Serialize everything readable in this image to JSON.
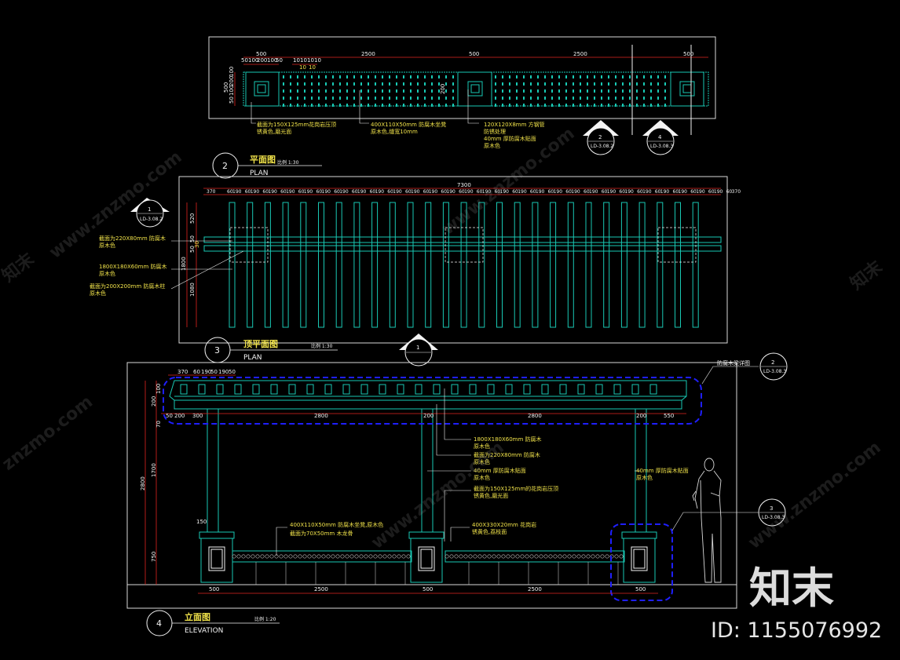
{
  "plan_top": {
    "dims_top": [
      "500",
      "2500",
      "500",
      "2500",
      "500"
    ],
    "dims_small": [
      "50",
      "100",
      "200",
      "100",
      "50"
    ],
    "dims_slat": [
      "10",
      "10",
      "10",
      "10"
    ],
    "dims_slat2": [
      "10",
      "10"
    ],
    "dims_left": [
      "500",
      "50",
      "100",
      "200",
      "100",
      "50"
    ],
    "dims_mid_left": [
      "50",
      "200",
      "50"
    ],
    "notes": [
      "截面为150X125mm花岗岩压顶\n锈黄色,磨光面",
      "400X110X50mm 防腐木坐凳\n原木色,缝宽10mm",
      "120X120X8mm 方钢管\n防锈处理\n40mm 厚防腐木贴面\n原木色"
    ],
    "callouts": [
      {
        "num": "2",
        "ref": "LD-3.08.2"
      },
      {
        "num": "4",
        "ref": "LD-3.08.3"
      }
    ]
  },
  "plan_title": {
    "num": "2",
    "cn": "平面图",
    "en": "PLAN",
    "scale": "比例 1:30"
  },
  "roof_plan": {
    "total": "7300",
    "dims_row": [
      "370",
      "60",
      "190",
      "60",
      "190",
      "60",
      "190",
      "60",
      "190",
      "60",
      "190",
      "60",
      "190",
      "60",
      "190",
      "60",
      "190",
      "60",
      "190",
      "60",
      "190",
      "60",
      "190",
      "60",
      "190",
      "60",
      "190",
      "60",
      "190",
      "60",
      "190",
      "60",
      "190",
      "60",
      "190",
      "60",
      "190",
      "60",
      "190",
      "60",
      "190",
      "60",
      "190",
      "60",
      "190",
      "60",
      "190",
      "60",
      "190",
      "60",
      "190",
      "60",
      "190",
      "60",
      "190",
      "60",
      "190",
      "60",
      "370"
    ],
    "dims_left": [
      "520",
      "50",
      "30",
      "50",
      "1080",
      "1800"
    ],
    "notes": [
      "截面为220X80mm 防腐木\n原木色",
      "1800X180X60mm 防腐木\n原木色",
      "截面为200X200mm 防腐木柱\n原木色"
    ],
    "callout": {
      "num": "1",
      "ref": "LD-3.08.2"
    }
  },
  "roof_title": {
    "num": "3",
    "cn": "顶平面图",
    "en": "PLAN",
    "scale": "比例 1:30"
  },
  "elevation": {
    "dims_top": [
      "370",
      "60",
      "190",
      "50",
      "190",
      "50"
    ],
    "dims_second": [
      "50",
      "200",
      "300",
      "2800",
      "200",
      "2800",
      "200",
      "550"
    ],
    "dims_left": [
      "100",
      "200",
      "70",
      "1700",
      "2800",
      "150",
      "750"
    ],
    "dims_bottom": [
      "500",
      "2500",
      "500",
      "2500",
      "500"
    ],
    "notes_mid": [
      "1800X180X60mm 防腐木\n原木色",
      "截面为220X80mm 防腐木\n原木色",
      "40mm 厚防腐木贴面\n原木色",
      "截面为150X125mm的花岗岩压顶\n锈黄色,磨光面"
    ],
    "note_right": "40mm 厚防腐木贴面\n原木色",
    "notes_bench": [
      "400X110X50mm 防腐木坐凳,原木色",
      "截面为70X50mm 木龙骨"
    ],
    "note_base": "400X330X20mm 花岗岩\n锈黄色,荔枝面",
    "detail_label": "防腐木梁详图",
    "callouts": [
      {
        "num": "2",
        "ref": "LD-3.08.3"
      },
      {
        "num": "3",
        "ref": "LD-3.08.3"
      }
    ],
    "section_mark": {
      "num": "1",
      "ref": ""
    }
  },
  "elev_title": {
    "num": "4",
    "cn": "立面图",
    "en": "ELEVATION",
    "scale": "比例 1:20"
  },
  "watermark": {
    "brand_cn": "知末",
    "site": "www.znzmo.com",
    "site_short": "znzmo.com",
    "id": "ID: 1155076992"
  },
  "colors": {
    "cyan": "#19c9b4",
    "yellow": "#f0e24a",
    "red": "#e0251f",
    "blue": "#1f1fff",
    "white": "#f3f3f3",
    "frame": "#d9d9d9"
  }
}
